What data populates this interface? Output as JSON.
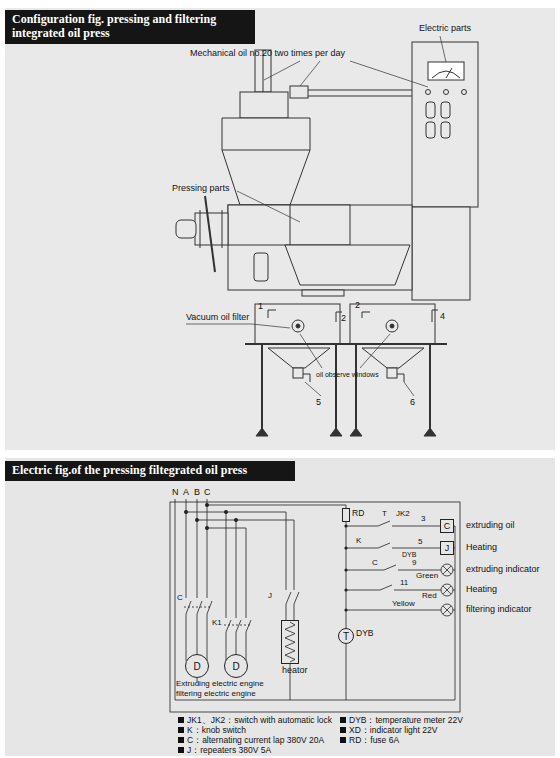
{
  "diagram": {
    "nodes": [
      {
        "text": [
          "Configuration fig. pressing and filtering integrated oil press"
        ]
      },
      {
        "text": [
          "Electric fig.of the pressing filtegrated oil press"
        ]
      },
      {
        "text": [
          "C"
        ]
      },
      {
        "text": [
          "J"
        ]
      },
      {
        "text": [
          "D"
        ]
      },
      {
        "text": [
          "D"
        ]
      },
      {
        "text": [
          "heator"
        ]
      },
      {
        "text": [
          "T",
          "DYB"
        ]
      },
      {
        "text": [
          "RD"
        ]
      }
    ],
    "edges": [
      {
        "from": 8,
        "to": 7,
        "arrow": "none"
      }
    ],
    "labels": [
      "Mechanical oil no.20 two times per day",
      "Electric parts",
      "Pressing parts",
      "Vacuum oil filter",
      "oil observe windows",
      "1",
      "2",
      "2",
      "4",
      "5",
      "6",
      "N",
      "A",
      "B",
      "C",
      "T",
      "JK2",
      "3",
      "extruding oil",
      "Heating",
      "K",
      "5",
      "DYB",
      "C",
      "9",
      "Green",
      "extruding indicator",
      "11",
      "Red",
      "Heating",
      "Yellow",
      "filtering indicator",
      "C",
      "K1",
      "J",
      "Extruding electric engine",
      "filtering electric engine"
    ],
    "legend": [
      {
        "text": "JK1、JK2：switch with automatic lock"
      },
      {
        "text": "K：knob switch"
      },
      {
        "text": "C：alternating current lap 380V 20A"
      },
      {
        "text": "J：repeaters 380V 5A"
      },
      {
        "text": "DYB：temperature meter 22V"
      },
      {
        "text": "XD：indicator light 22V"
      },
      {
        "text": "RD：fuse 6A"
      }
    ]
  }
}
